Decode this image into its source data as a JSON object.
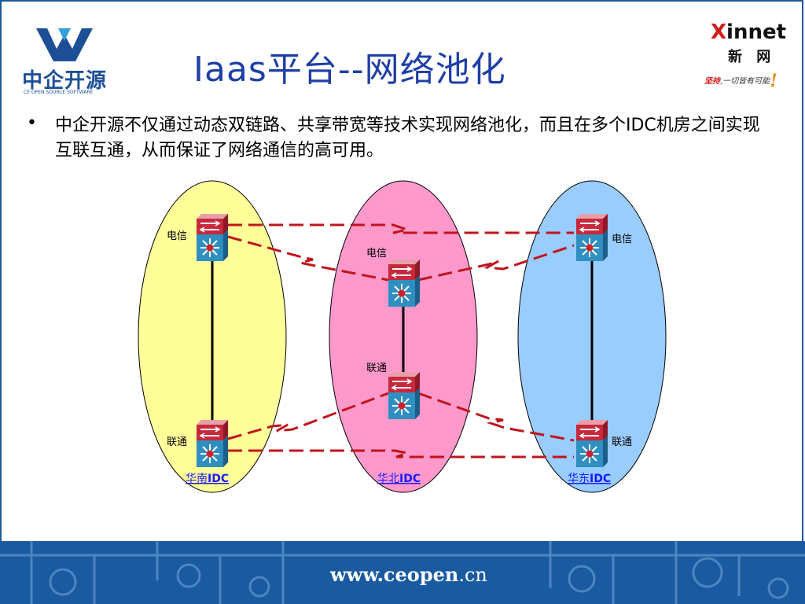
{
  "header": {
    "logo_left_name": "中企开源",
    "logo_left_sub": "CE OPEN SOURCE SOFTWARE",
    "title": "Iaas平台--网络池化",
    "logo_right_brand_x": "X",
    "logo_right_brand_rest": "innet",
    "logo_right_cn": "新 网",
    "logo_right_slogan_red": "坚持",
    "logo_right_slogan_rest": ",一切皆有可能",
    "logo_right_slogan_bang": "!"
  },
  "body": {
    "bullet_symbol": "•",
    "bullet_text": "中企开源不仅通过动态双链路、共享带宽等技术实现网络池化，而且在多个IDC机房之间实现互联互通，从而保证了网络通信的高可用。"
  },
  "diagram": {
    "colors": {
      "south": "#ffff99",
      "north": "#ff99cc",
      "east": "#99ccff",
      "dash_link": "#c0141c",
      "switch_top": "#c8283c",
      "switch_bottom": "#2f8fc0"
    },
    "datacenters": [
      {
        "id": "south",
        "name_prefix": "华南",
        "name_suffix": "IDC",
        "top_label": "电信",
        "bottom_label": "联通"
      },
      {
        "id": "north",
        "name_prefix": "华北",
        "name_suffix": "IDC",
        "top_label": "电信",
        "bottom_label": "联通"
      },
      {
        "id": "east",
        "name_prefix": "华东",
        "name_suffix": "IDC",
        "top_label": "电信",
        "bottom_label": "联通"
      }
    ]
  },
  "footer": {
    "url_main": "www.ceopen",
    "url_tld": ".cn",
    "background": "#1a5aa0"
  }
}
